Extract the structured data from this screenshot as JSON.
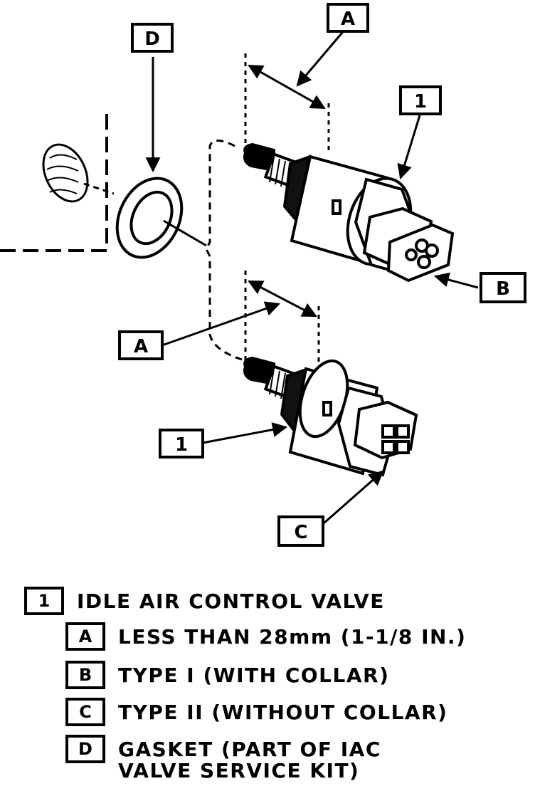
{
  "callouts": {
    "a_top": "A",
    "d": "D",
    "one_top": "1",
    "b": "B",
    "a_mid": "A",
    "one_bottom": "1",
    "c": "C"
  },
  "legend": [
    {
      "key": "1",
      "label": "IDLE AIR CONTROL VALVE"
    },
    {
      "key": "A",
      "label": "LESS THAN 28mm (1-1/8 IN.)"
    },
    {
      "key": "B",
      "label": "TYPE I (WITH COLLAR)"
    },
    {
      "key": "C",
      "label": "TYPE II (WITHOUT COLLAR)"
    },
    {
      "key": "D",
      "label": "GASKET (PART OF IAC",
      "label_line2": "VALVE SERVICE KIT)"
    }
  ]
}
